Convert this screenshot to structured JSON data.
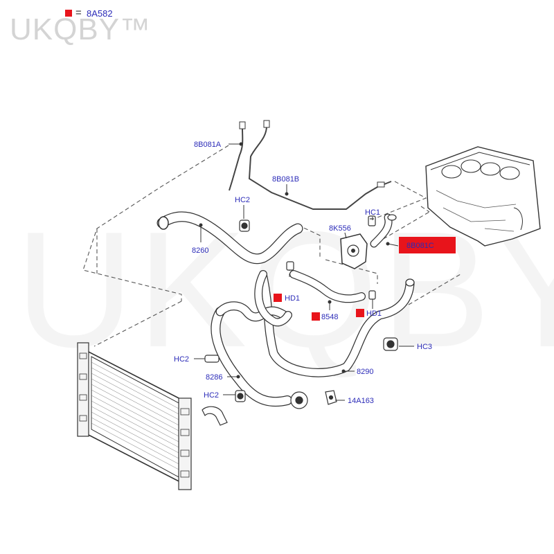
{
  "watermark": {
    "text": "UKQBY™"
  },
  "legend": {
    "equals": "=",
    "code": "8A582"
  },
  "colors": {
    "label_blue": "#2b2bb8",
    "marker_red": "#e8141b",
    "highlight_red": "#e8141b",
    "line": "#333333",
    "dash": "#555555"
  },
  "callouts": {
    "c_8B081A": "8B081A",
    "c_8B081B": "8B081B",
    "c_HC2_top": "HC2",
    "c_HC1": "HC1",
    "c_8K556": "8K556",
    "c_8B081C": "8B081C",
    "c_8260": "8260",
    "c_HD1_left": "HD1",
    "c_8548": "8548",
    "c_HD1_right": "HD1",
    "c_HC3": "HC3",
    "c_HC2_mid": "HC2",
    "c_8290": "8290",
    "c_8286": "8286",
    "c_HC2_low": "HC2",
    "c_14A163": "14A163"
  }
}
